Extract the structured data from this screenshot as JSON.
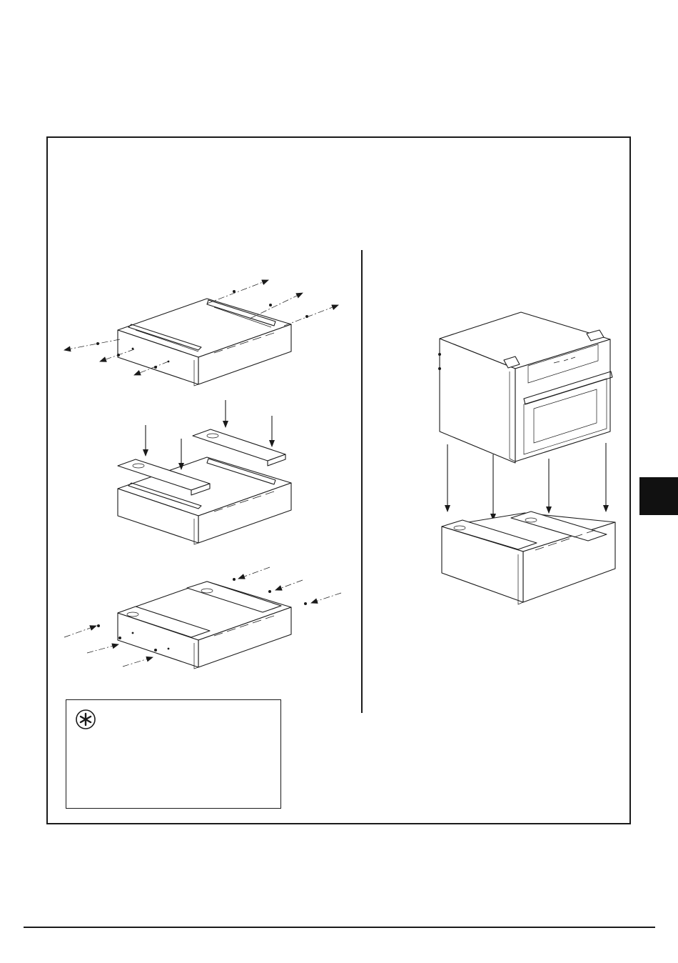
{
  "illustrations": {
    "step_remove_screws": "drawer-remove-screws",
    "step_fit_brackets": "drawer-fit-brackets",
    "step_refit_screws": "drawer-refit-screws",
    "step_place_oven": "oven-on-drawer"
  },
  "icons": {
    "note": "asterisk-icon",
    "side_tab": "language-tab"
  },
  "colors": {
    "ink": "#1a1a1a",
    "tab": "#111111",
    "paper": "#ffffff"
  }
}
